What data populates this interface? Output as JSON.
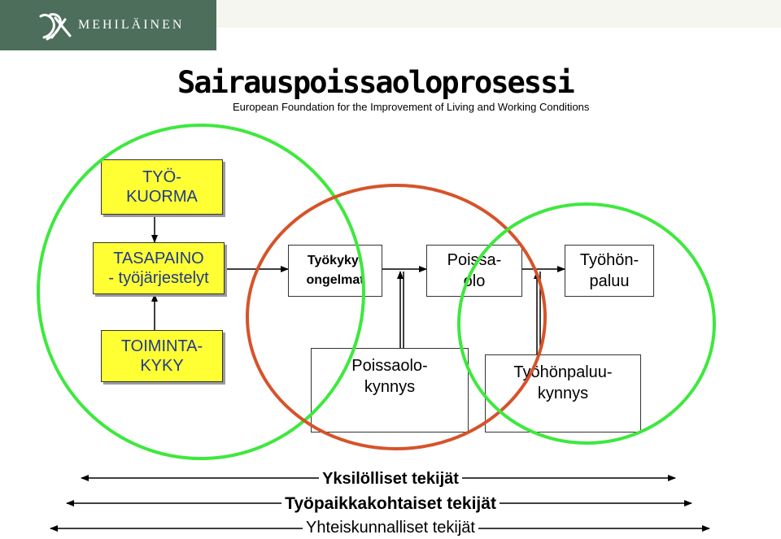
{
  "logo": {
    "brand": "MEHILÄINEN",
    "mark_icon": "mehilainen-logo-icon"
  },
  "title": "Sairauspoissaoloprosessi",
  "subtitle": "European Foundation for the Improvement of Living and Working Conditions",
  "boxes": {
    "tyokuorma": "TYÖ-\nKUORMA",
    "tasapaino": "TASAPAINO\n- työjärjestelyt",
    "toimintakyky": "TOIMINTA-\nKYKY",
    "tyokykyongelmat": "Työkyky-\nongelmat",
    "poissaolo": "Poissa-\nolo",
    "tyohonpaluu": "Työhön-\npaluu",
    "poissaolokynnys": "Poissaolo-\nkynnys",
    "tyohonpaluukynnys": "Työhönpaluu-\nkynnys"
  },
  "factors": {
    "individual": "Yksilölliset tekijät",
    "workplace": "Työpaikkakohtaiset tekijät",
    "societal": "Yhteiskunnalliset tekijät"
  },
  "colors": {
    "logo_bg": "#4c6e5b",
    "yellow_box": "#ffff33",
    "yellow_text": "#1f3a8a",
    "green_circle": "#3ee83e",
    "orange_circle": "#d6532a"
  }
}
